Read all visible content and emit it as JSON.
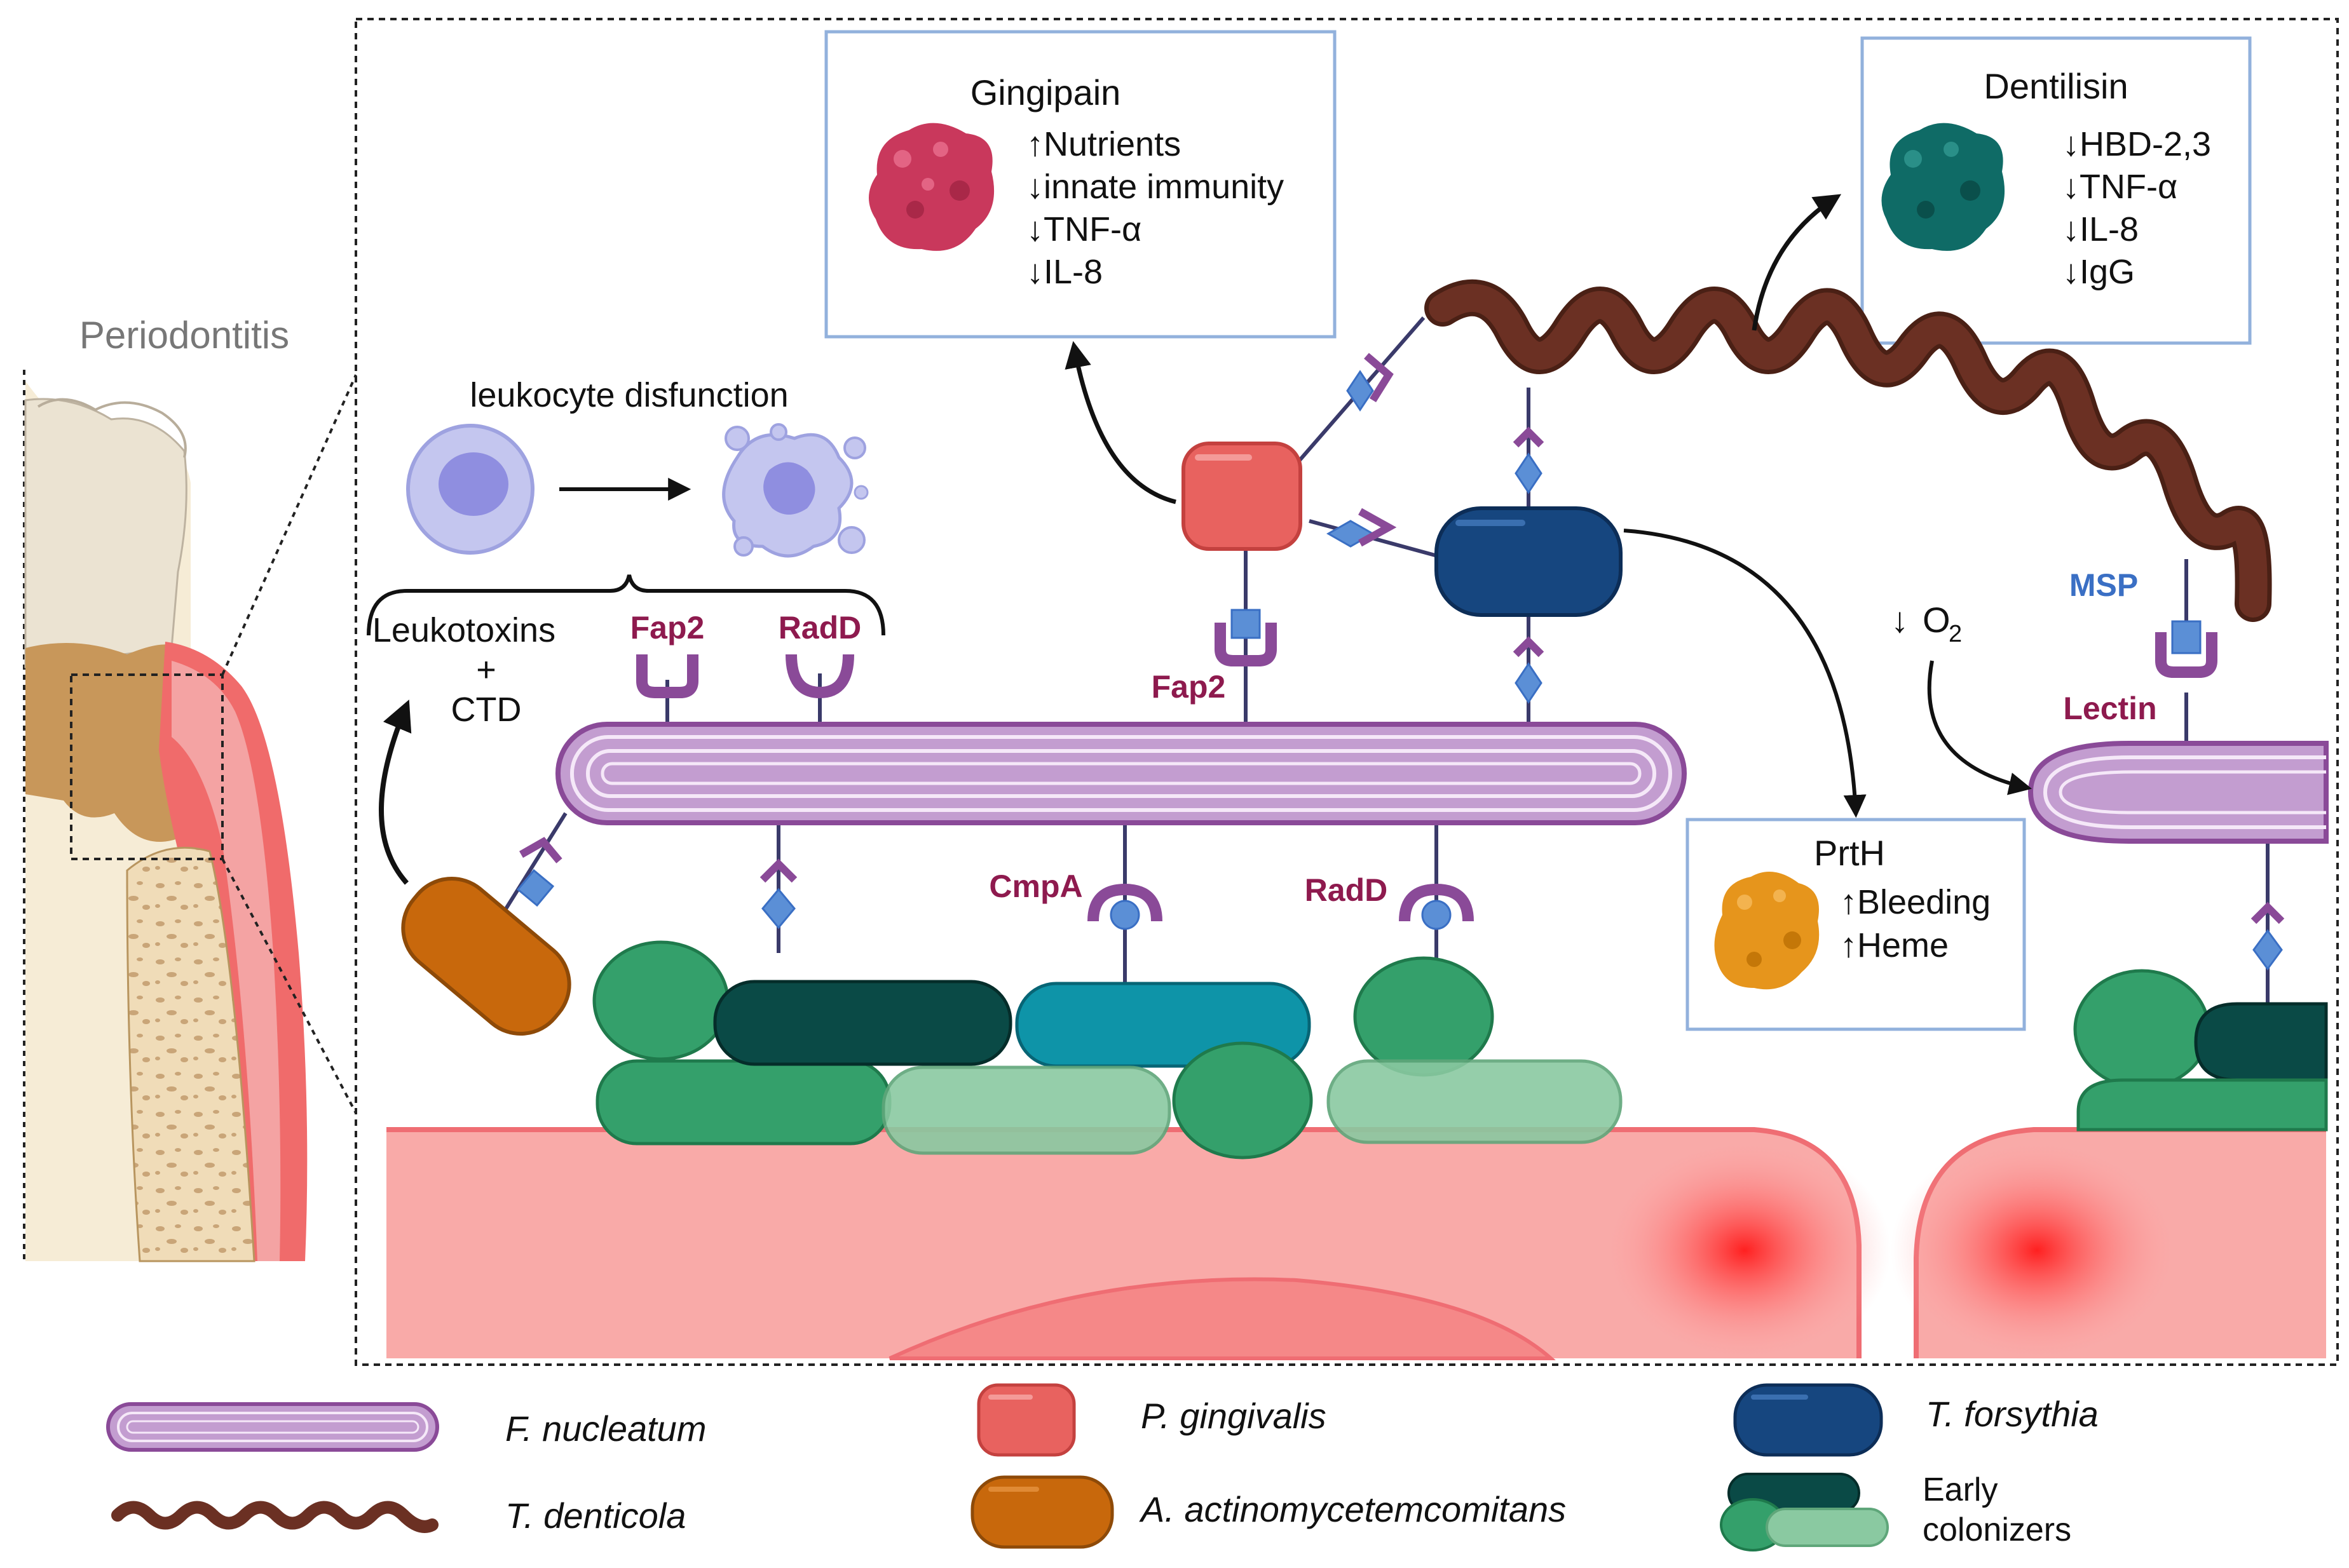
{
  "title": "Periodontitis",
  "leukocyte": {
    "label": "leukocyte disfunction"
  },
  "leukotoxins": {
    "line1": "Leukotoxins",
    "line2": "+",
    "line3": "CTD"
  },
  "proteins": {
    "fap2_left": "Fap2",
    "radd_left": "RadD",
    "fap2_center": "Fap2",
    "cmpa": "CmpA",
    "radd_center": "RadD",
    "msp": "MSP",
    "lectin": "Lectin"
  },
  "oxygen": {
    "arrow": "↓",
    "label": "O",
    "sub": "2"
  },
  "gingipain": {
    "title": "Gingipain",
    "effects": [
      "↑Nutrients",
      "↓innate immunity",
      "↓TNF-α",
      "↓IL-8"
    ],
    "color": "#c9385c"
  },
  "dentilisin": {
    "title": "Dentilisin",
    "effects": [
      "↓HBD-2,3",
      "↓TNF-α",
      "↓IL-8",
      "↓IgG"
    ],
    "color": "#0f6b66"
  },
  "prth": {
    "title": "PrtH",
    "effects": [
      "↑Bleeding",
      "↑Heme"
    ],
    "color": "#e6951c"
  },
  "legend": {
    "items": [
      {
        "icon": "f-nucleatum-icon",
        "label": "F. nucleatum",
        "color": "#9a5aa6"
      },
      {
        "icon": "t-denticola-icon",
        "label": "T. denticola",
        "color": "#6b3023"
      },
      {
        "icon": "p-gingivalis-icon",
        "label": "P. gingivalis",
        "color": "#e8625f"
      },
      {
        "icon": "a-actinomycetemcomitans-icon",
        "label": "A. actinomycetemcomitans",
        "color": "#c8680c"
      },
      {
        "icon": "t-forsythia-icon",
        "label": "T. forsythia",
        "color": "#16467f"
      },
      {
        "icon": "early-colonizers-icon",
        "label_line1": "Early",
        "label_line2": "colonizers",
        "color": "#34a06b"
      }
    ]
  }
}
